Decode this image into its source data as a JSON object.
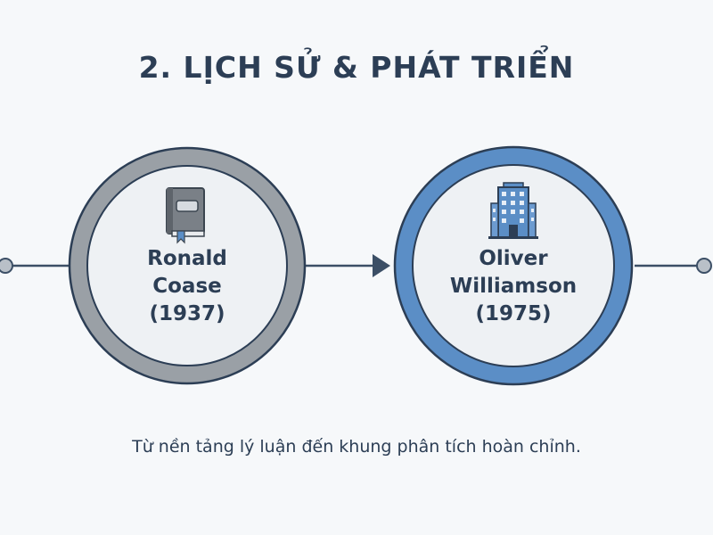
{
  "title": "2. LỊCH SỬ & PHÁT TRIỂN",
  "nodes": [
    {
      "name_line1": "Ronald",
      "name_line2": "Coase",
      "year": "(1937)",
      "icon": "book-icon",
      "ring_color": "#9aa0a6"
    },
    {
      "name_line1": "Oliver",
      "name_line2": "Williamson",
      "year": "(1975)",
      "icon": "building-icon",
      "ring_color": "#5b8ec6"
    }
  ],
  "caption": "Từ nền tảng lý luận đến khung phân tích hoàn chỉnh.",
  "colors": {
    "text": "#2c3e55",
    "line": "#3c4f66",
    "background": "#f6f8fa",
    "node_fill": "#eef1f4"
  }
}
